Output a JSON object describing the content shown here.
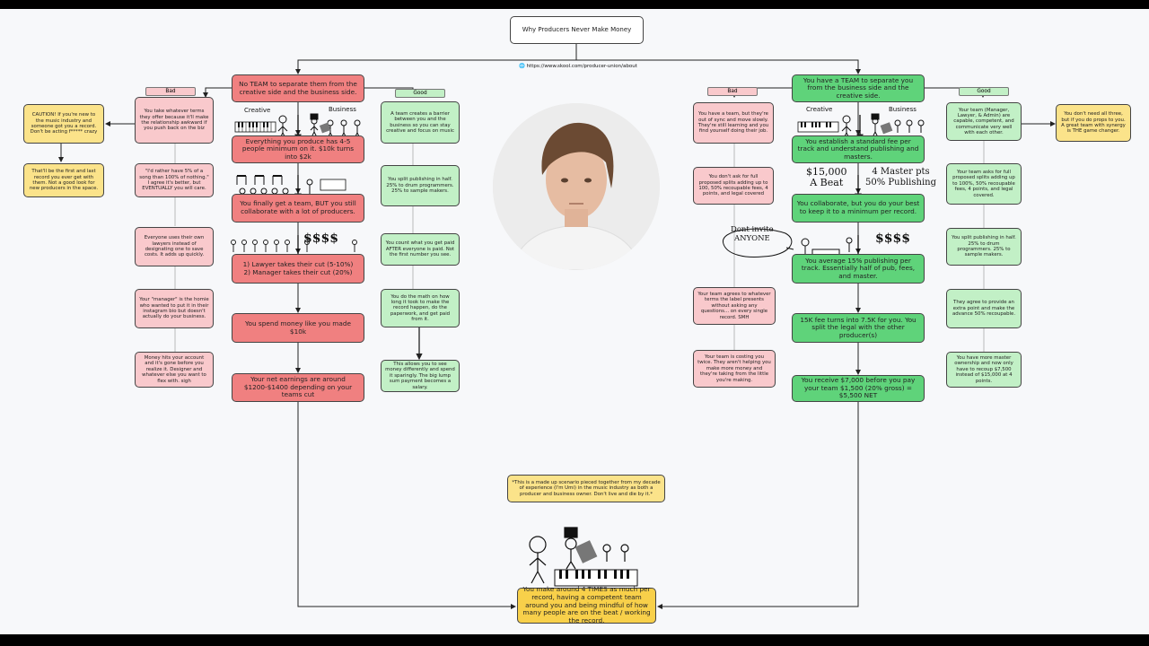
{
  "title": "Why Producers Never Make Money",
  "url": "https://www.skool.com/producer-union/about",
  "left": {
    "header": "No TEAM to separate them from the creative side and the business side.",
    "bad_label": "Bad",
    "good_label": "Good",
    "creative_label": "Creative",
    "business_label": "Business",
    "main": [
      "Everything you produce has 4-5 people minimum on it. $10k turns into $2k",
      "You finally get a team, BUT you still collaborate with a lot of producers.",
      "1) Lawyer takes their cut (5-10%)\n2) Manager takes their cut (20%)",
      "You spend money like you made $10k",
      "Your net earnings are around $1200-$1400 depending on your teams cut"
    ],
    "bad": [
      "You take whatever terms they offer because it'll make the relationship awkward if you push back on the biz",
      "\"I'd rather have 5% of a song than 100% of nothing.\" I agree it's better, but EVENTUALLY you will care.",
      "Everyone uses their own lawyers instead of designating one to save costs. It adds up quickly.",
      "Your \"manager\" is the homie who wanted to put it in their instagram bio but doesn't actually do your business.",
      "Money hits your account and it's gone before you realize it. Designer and whatever else you want to flex with. sigh"
    ],
    "good": [
      "A team creates a barrier between you and the business so you can stay creative and focus on music",
      "You split publishing in half. 25% to drum programmers. 25% to sample makers.",
      "You count what you get paid AFTER everyone is paid. Not the first number you see.",
      "You do the math on how long it took to make the record happen, do the paperwork, and get paid from it.",
      "This allows you to see money differently and spend it sparingly. The big lump sum payment becomes a salary."
    ],
    "caution": [
      "CAUTION! If you're new to the music industry and someone got you a record. Don't be acting f***** crazy",
      "That'll be the first and last record you ever get with them. Not a good look for new producers in the space."
    ]
  },
  "right": {
    "header": "You have a TEAM to separate you from the business side and the creative side.",
    "bad_label": "Bad",
    "good_label": "Good",
    "creative_label": "Creative",
    "business_label": "Business",
    "main": [
      "You establish a standard fee per track and understand publishing and masters.",
      "You collaborate, but you do your best to keep it to a minimum per record.",
      "You average 15% publishing per track. Essentially half of pub, fees, and master.",
      "15K fee turns into 7.5K for you. You split the legal with the other producer(s)",
      "You receive $7,000 before you pay your team $1,500 (20% gross) = $5,500 NET"
    ],
    "bad": [
      "You have a team, but they're out of sync and move slowly. They're still learning and you find yourself doing their job.",
      "You don't ask for full proposed splits adding up to 100, 50% recoupable fees, 4 points, and legal covered",
      "Your team agrees to whatever terms the label presents without asking any questions... on every single record. SMH",
      "Your team is costing you twice. They aren't helping you make more money and they're taking from the little you're making."
    ],
    "good": [
      "Your team (Manager, Lawyer, & Admin) are capable, competent, and communicate very well with each other.",
      "Your team asks for full proposed splits adding up to 100%, 50% recoupable fees, 4 points, and legal covered.",
      "You split publishing in half. 25% to drum programmers. 25% to sample makers.",
      "They agree to provide an extra point and make the advance 50% recoupable.",
      "You have more master ownership and now only have to recoup $7,500 instead of $15,000 at 4 points."
    ],
    "note": "You don't need all three, but if you do props to you. A great team with synergy is THE game changer.",
    "fee_text": "$15,000\nA Beat",
    "points_text": "4 Master pts\n50% Publishing",
    "bubble_text": "Dont invite\nANYONE"
  },
  "disclaimer": "*This is a made up scenario pieced together from my decade of experience (I'm Umi) in the music industry as both a producer and business owner. Don't live and die by it.*",
  "conclusion": "You make around 4 TIMES as much per record, having a competent team around you and being mindful of how many people are on the beat / working the record.",
  "money_text": "$$$$",
  "colors": {
    "red": "#f08080",
    "green": "#5fd37a",
    "pink": "#f9c9cc",
    "light_green": "#c2f0c6",
    "yellow": "#fbe38a"
  }
}
